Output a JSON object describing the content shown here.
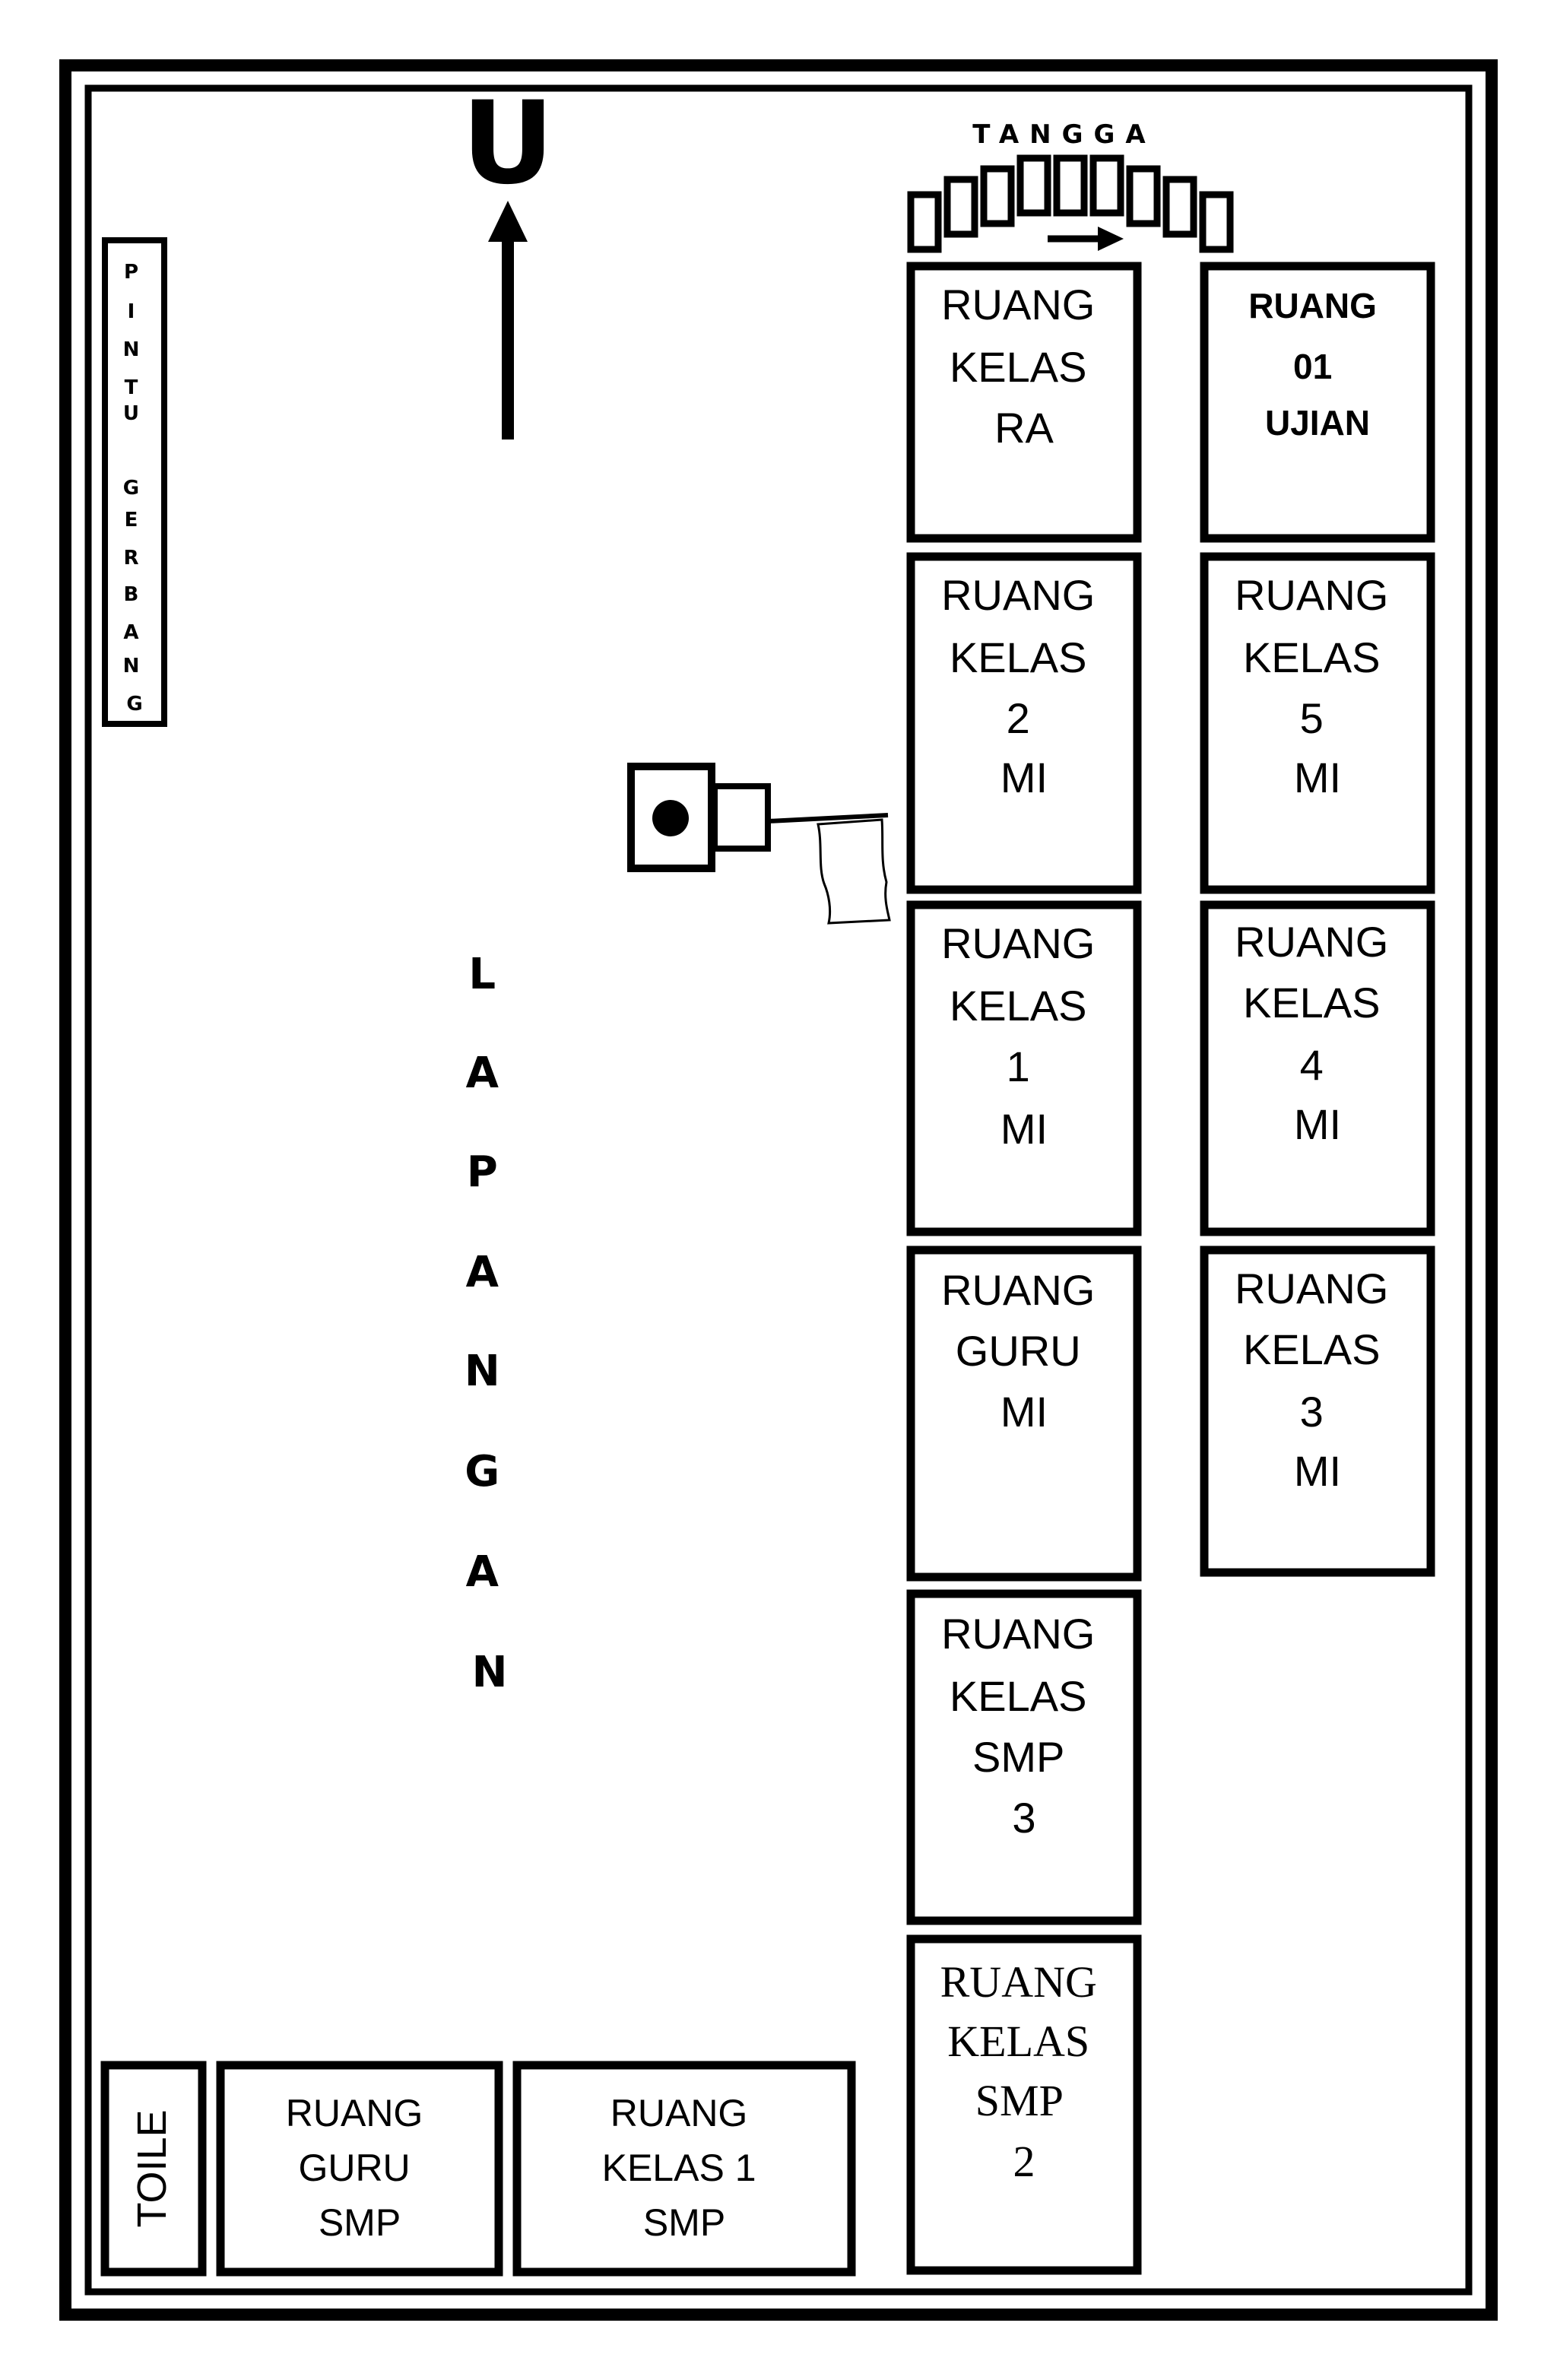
{
  "north_label": "U",
  "stairs_label": "TANGGA",
  "gate_label": "PINTU GERBANG",
  "field_label": "LAPANGAN",
  "toilet_label": "TOILE",
  "rooms": {
    "ra": [
      "RUANG",
      "KELAS",
      "RA"
    ],
    "ujian": [
      "RUANG",
      "01",
      "UJIAN"
    ],
    "k2mi": [
      "RUANG",
      "KELAS",
      "2",
      "MI"
    ],
    "k5mi": [
      "RUANG",
      "KELAS",
      "5",
      "MI"
    ],
    "k1mi": [
      "RUANG",
      "KELAS",
      "1",
      "MI"
    ],
    "k4mi": [
      "RUANG",
      "KELAS",
      "4",
      "MI"
    ],
    "gurumi": [
      "RUANG",
      "GURU",
      "MI"
    ],
    "k3mi": [
      "RUANG",
      "KELAS",
      "3",
      "MI"
    ],
    "smp3": [
      "RUANG",
      "KELAS",
      "SMP",
      "3"
    ],
    "smp2": [
      "RUANG",
      "KELAS",
      "SMP",
      "2"
    ],
    "gurusmp": [
      "RUANG",
      "GURU",
      "SMP"
    ],
    "smp1": [
      "RUANG",
      "KELAS 1",
      "SMP"
    ]
  }
}
